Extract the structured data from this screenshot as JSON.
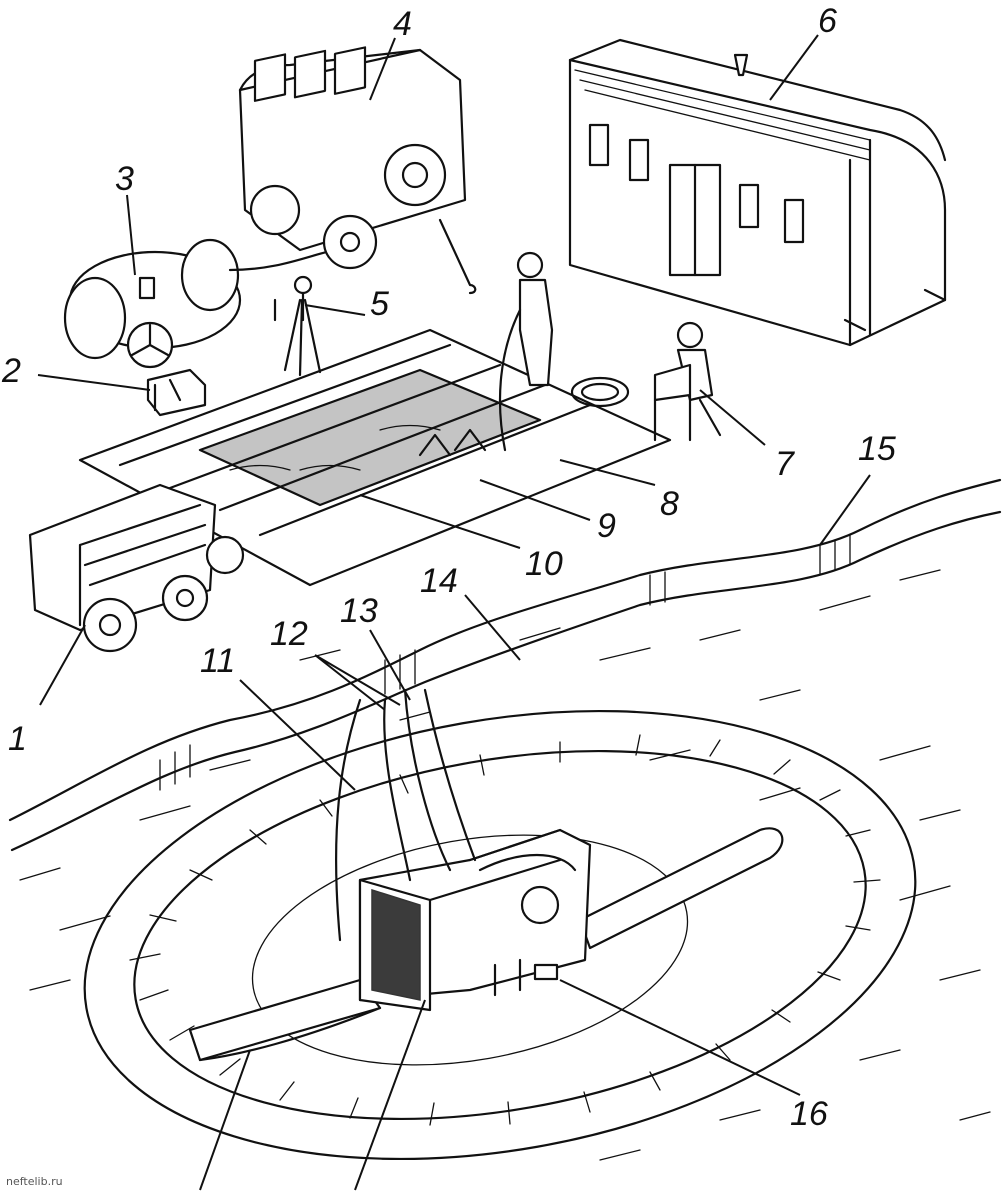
{
  "callouts": [
    "1",
    "2",
    "3",
    "4",
    "5",
    "6",
    "7",
    "8",
    "9",
    "10",
    "11",
    "12",
    "13",
    "14",
    "15",
    "16"
  ],
  "watermark": "neftelib.ru"
}
